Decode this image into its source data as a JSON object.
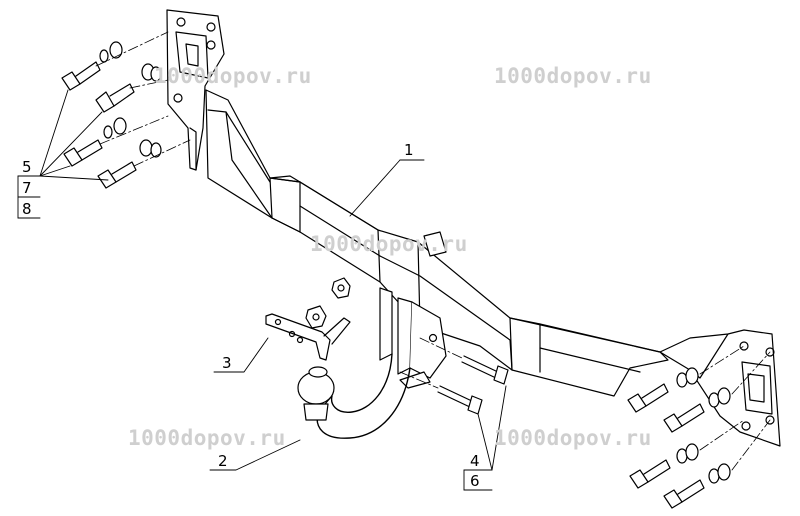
{
  "watermark": "1000dopov.ru",
  "callouts": {
    "c1": "1",
    "c2": "2",
    "c3": "3",
    "c4": "4",
    "c5": "5",
    "c6": "6",
    "c7": "7",
    "c8": "8"
  },
  "colors": {
    "line": "#000000",
    "watermark": "#cfcfcf",
    "background": "#ffffff"
  }
}
